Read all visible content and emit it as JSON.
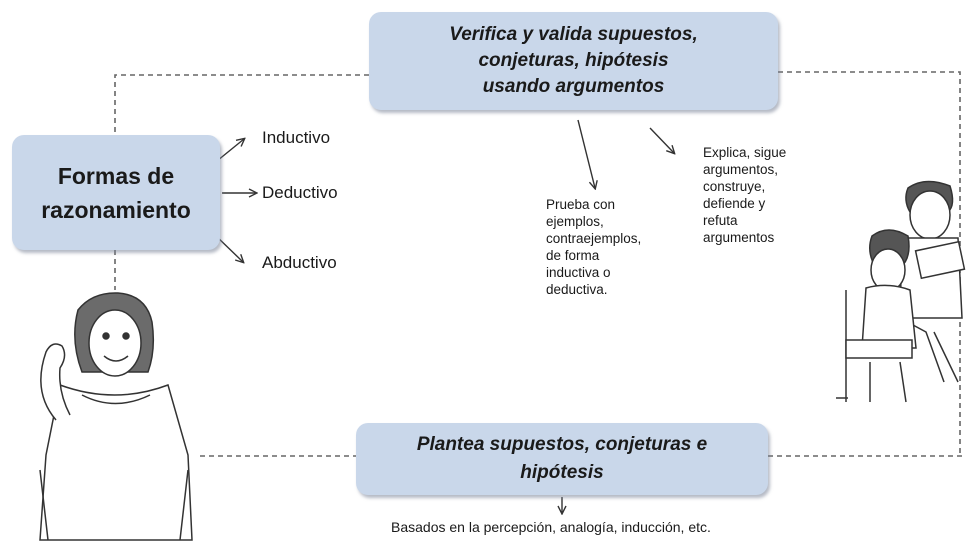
{
  "top_box": {
    "lines": [
      "Verifica y valida supuestos,",
      "conjeturas, hipótesis",
      "usando argumentos"
    ]
  },
  "left_box": {
    "lines": [
      "Formas de",
      "razonamiento"
    ]
  },
  "branches": {
    "inductivo": "Inductivo",
    "deductivo": "Deductivo",
    "abductivo": "Abductivo"
  },
  "note_ejemplos": {
    "lines": [
      "Prueba con",
      "ejemplos,",
      "contraejemplos,",
      "de forma",
      "inductiva o",
      "deductiva."
    ]
  },
  "note_argumentos": {
    "lines": [
      "Explica, sigue",
      "argumentos,",
      "construye,",
      "defiende y",
      "refuta",
      "argumentos"
    ]
  },
  "bottom_box": {
    "lines": [
      "Plantea supuestos, conjeturas e",
      "hipótesis"
    ]
  },
  "caption": "Basados en la percepción, analogía, inducción, etc.",
  "colors": {
    "box_fill": "#c9d7ea",
    "line": "#555555",
    "text": "#1a1a1a"
  }
}
